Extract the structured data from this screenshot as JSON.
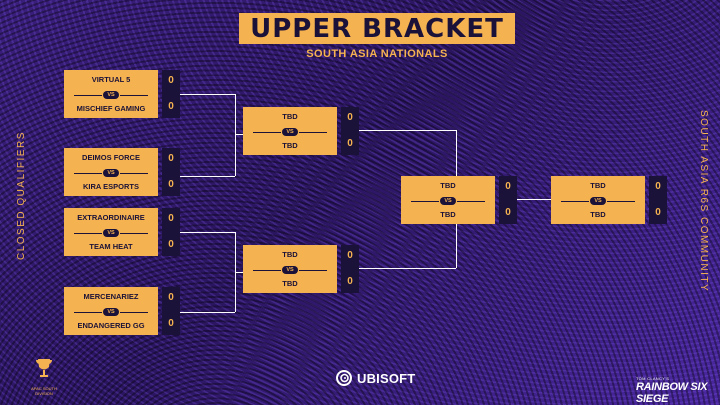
{
  "header": {
    "title": "UPPER BRACKET",
    "subtitle": "SOUTH ASIA NATIONALS"
  },
  "side_labels": {
    "left": "CLOSED QUALIFIERS",
    "right": "SOUTH ASIA  R6S COMMUNITY"
  },
  "vs_label": "VS",
  "round1": [
    {
      "team1": "VIRTUAL 5",
      "team2": "MISCHIEF GAMING",
      "score1": "0",
      "score2": "0"
    },
    {
      "team1": "DEIMOS FORCE",
      "team2": "KIRA ESPORTS",
      "score1": "0",
      "score2": "0"
    },
    {
      "team1": "EXTRAORDINAIRE",
      "team2": "TEAM HEAT",
      "score1": "0",
      "score2": "0"
    },
    {
      "team1": "MERCENARIEZ",
      "team2": "ENDANGERED GG",
      "score1": "0",
      "score2": "0"
    }
  ],
  "round2": [
    {
      "team1": "TBD",
      "team2": "TBD",
      "score1": "0",
      "score2": "0"
    },
    {
      "team1": "TBD",
      "team2": "TBD",
      "score1": "0",
      "score2": "0"
    }
  ],
  "round3": [
    {
      "team1": "TBD",
      "team2": "TBD",
      "score1": "0",
      "score2": "0"
    }
  ],
  "round4": [
    {
      "team1": "TBD",
      "team2": "TBD",
      "score1": "0",
      "score2": "0"
    }
  ],
  "logos": {
    "ubisoft": "UBISOFT",
    "apac": [
      "APAC SOUTH",
      "DIVISION"
    ],
    "siege_small": "TOM CLANCY'S",
    "siege_big": "RAINBOW SIX SIEGE"
  },
  "colors": {
    "accent": "#f5b251",
    "dark": "#1a1238",
    "background": "#2a1560"
  }
}
